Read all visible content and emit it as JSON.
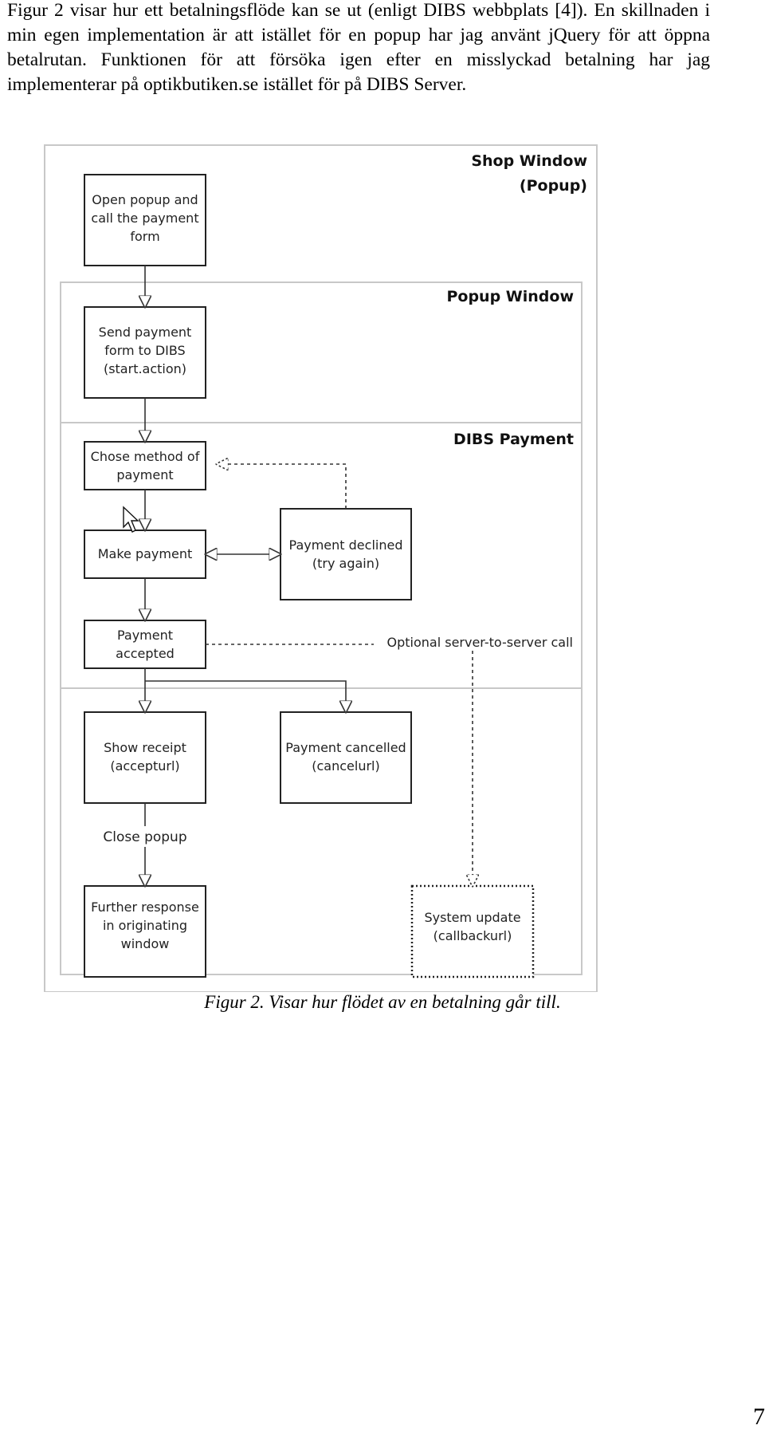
{
  "paragraph": "Figur 2 visar hur ett betalningsflöde kan se ut (enligt DIBS webbplats [4]). En skillnaden i min egen implementation är att istället för en popup har jag använt jQuery för att öppna betalrutan. Funktionen för att försöka igen efter en misslyckad betalning har jag implementerar på optikbutiken.se istället för på DIBS Server.",
  "figure": {
    "zones": {
      "shop_line1": "Shop Window",
      "shop_line2": "(Popup)",
      "popup": "Popup Window",
      "dibs": "DIBS Payment"
    },
    "boxes": {
      "open_popup": [
        "Open popup and",
        "call the payment",
        "form"
      ],
      "send_form": [
        "Send payment",
        "form to DIBS",
        "(start.action)"
      ],
      "chose_method": [
        "Chose method of",
        "payment"
      ],
      "make_payment": [
        "Make payment"
      ],
      "payment_declined": [
        "Payment declined",
        "(try again)"
      ],
      "payment_accepted": [
        "Payment",
        "accepted"
      ],
      "show_receipt": [
        "Show receipt",
        "(accepturl)"
      ],
      "payment_cancelled": [
        "Payment cancelled",
        "(cancelurl)"
      ],
      "further_response": [
        "Further response",
        "in originating",
        "window"
      ],
      "system_update": [
        "System update",
        "(callbackurl)"
      ]
    },
    "labels": {
      "optional_call": "Optional server-to-server call",
      "close_popup": "Close popup"
    }
  },
  "caption": "Figur 2. Visar hur flödet av en betalning går till.",
  "page_number": "7"
}
